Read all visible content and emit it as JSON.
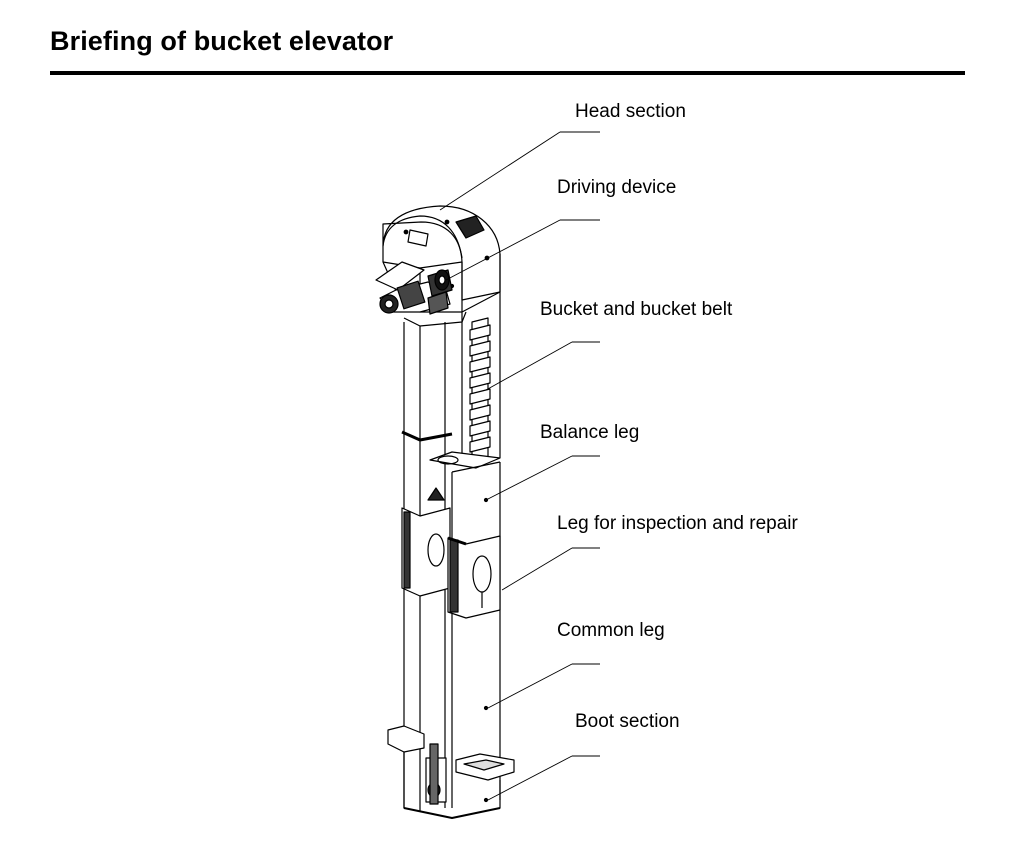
{
  "title": "Briefing of bucket elevator",
  "labels": {
    "head_section": "Head section",
    "driving_device": "Driving device",
    "bucket_belt": "Bucket and bucket belt",
    "balance_leg": "Balance leg",
    "inspection_leg": "Leg for inspection and repair",
    "common_leg": "Common leg",
    "boot_section": "Boot section"
  }
}
